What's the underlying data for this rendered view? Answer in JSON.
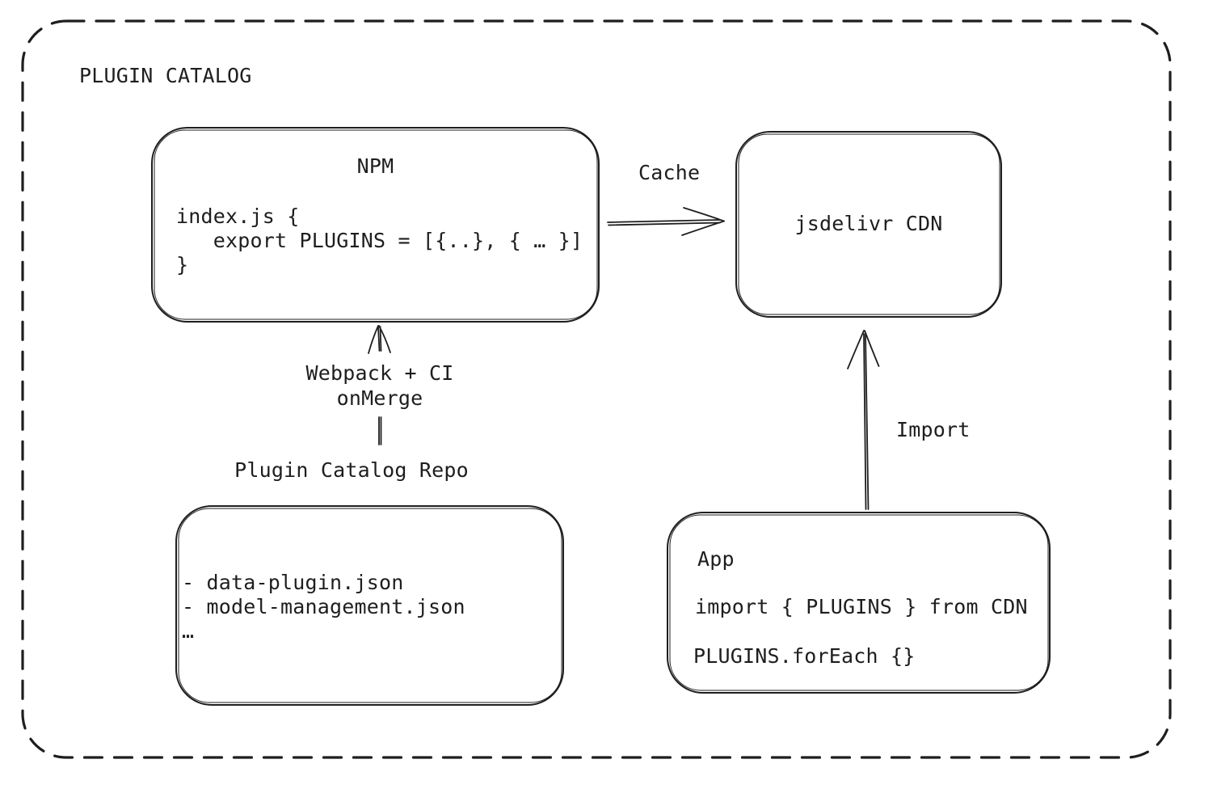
{
  "diagram": {
    "title": "PLUGIN CATALOG",
    "nodes": {
      "npm": {
        "title": "NPM",
        "code": "index.js {\n   export PLUGINS = [{..}, { … }]\n}"
      },
      "cdn": {
        "label": "jsdelivr CDN"
      },
      "repo": {
        "title": "Plugin Catalog Repo",
        "files": "- data-plugin.json\n- model-management.json\n…"
      },
      "app": {
        "title": "App",
        "import_line": "import { PLUGINS } from CDN",
        "foreach_line": "PLUGINS.forEach {}"
      }
    },
    "edges": {
      "cache": {
        "label": "Cache"
      },
      "build": {
        "label_line1": "Webpack + CI",
        "label_line2": "onMerge"
      },
      "import": {
        "label": "Import"
      }
    },
    "colors": {
      "ink": "#1e1e1e",
      "background": "#ffffff"
    }
  }
}
